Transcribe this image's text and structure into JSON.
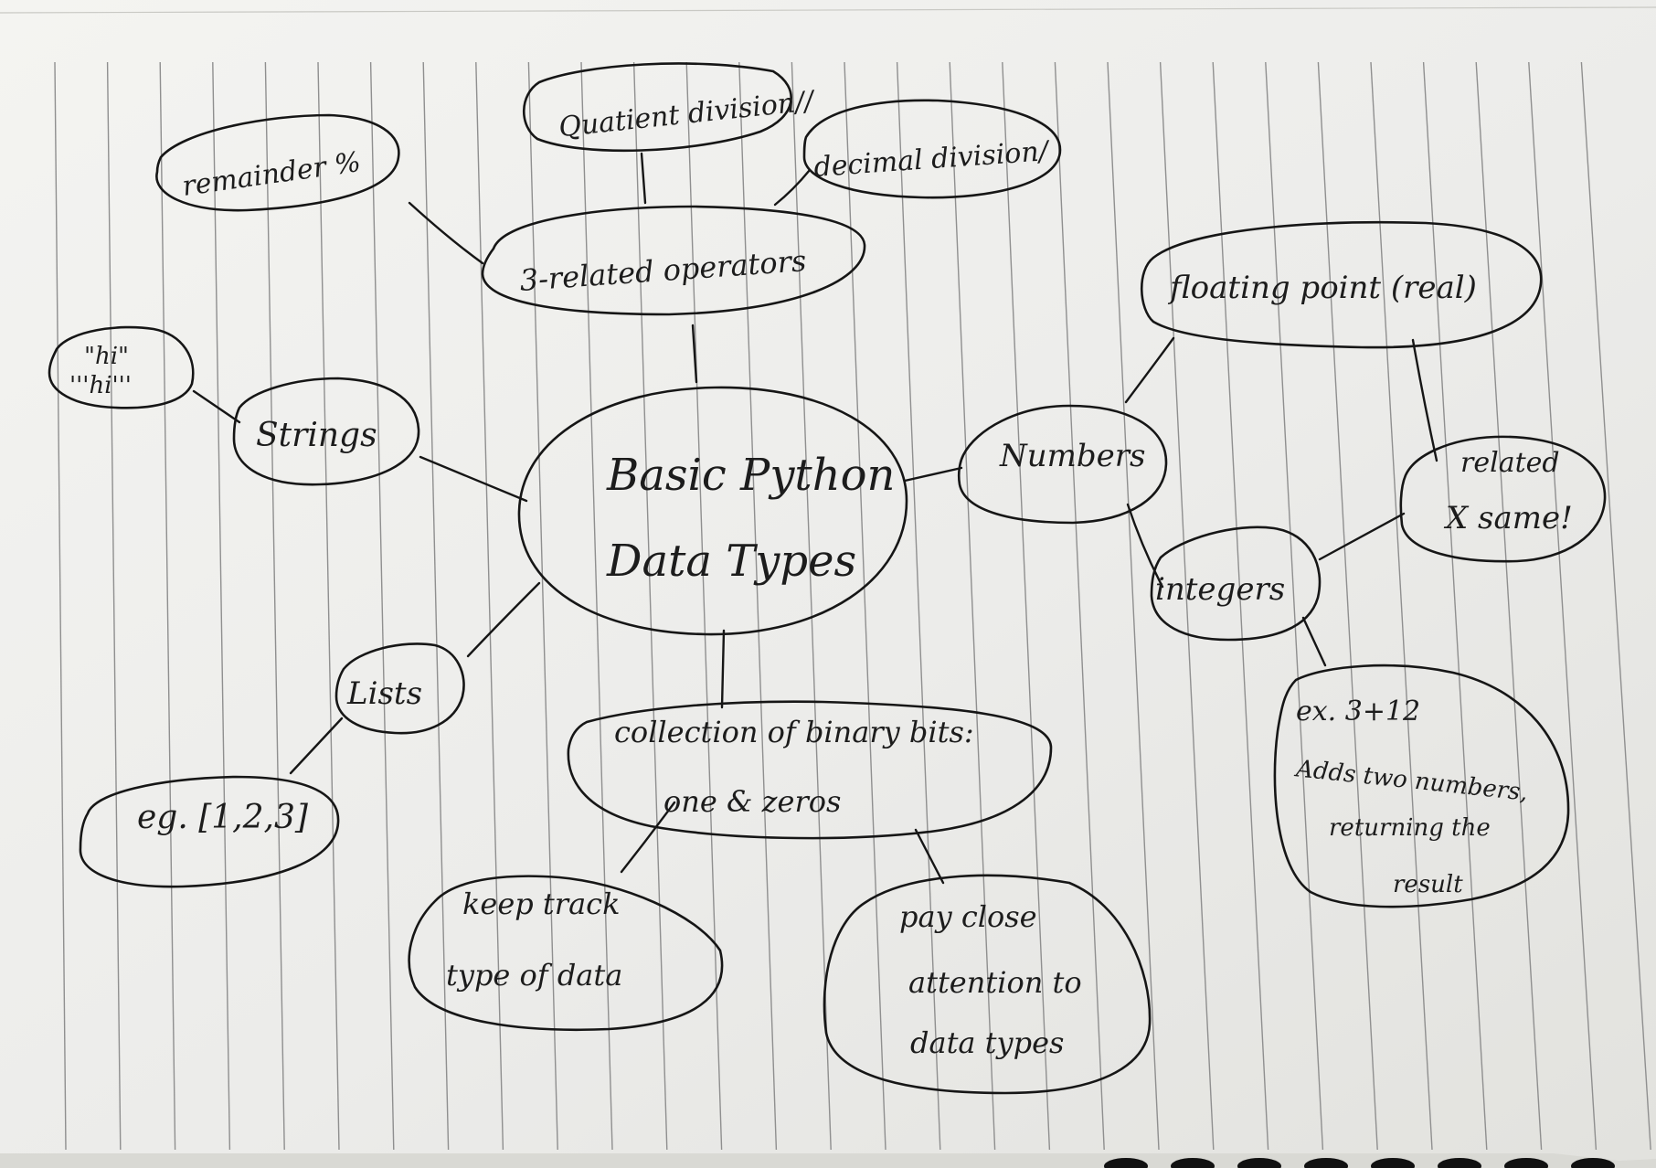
{
  "nodes": {
    "center": {
      "lines": [
        "Basic Python",
        "Data Types"
      ]
    },
    "operators": {
      "lines": [
        "3-related operators"
      ]
    },
    "quotient": {
      "lines": [
        "Quatient division//"
      ]
    },
    "decimal": {
      "lines": [
        "decimal division/"
      ]
    },
    "remainder": {
      "lines": [
        "remainder %"
      ]
    },
    "strings": {
      "lines": [
        "Strings"
      ]
    },
    "hi": {
      "lines": [
        "\"hi\"",
        "'''hi'''"
      ]
    },
    "lists": {
      "lines": [
        "Lists"
      ]
    },
    "lists_example": {
      "lines": [
        "eg. [1,2,3]"
      ]
    },
    "collection": {
      "lines": [
        "collection of binary bits:",
        "one & zeros"
      ]
    },
    "keep_track": {
      "lines": [
        "keep track",
        "type of data"
      ]
    },
    "pay_attention": {
      "lines": [
        "pay close",
        "attention to",
        "data types"
      ]
    },
    "numbers": {
      "lines": [
        "Numbers"
      ]
    },
    "floating": {
      "lines": [
        "floating point (real)"
      ]
    },
    "related": {
      "lines": [
        "related",
        "X same!"
      ]
    },
    "integers": {
      "lines": [
        "integers"
      ]
    },
    "int_example": {
      "lines": [
        "ex. 3+12",
        "Adds two numbers,",
        "returning the",
        "result"
      ]
    }
  }
}
